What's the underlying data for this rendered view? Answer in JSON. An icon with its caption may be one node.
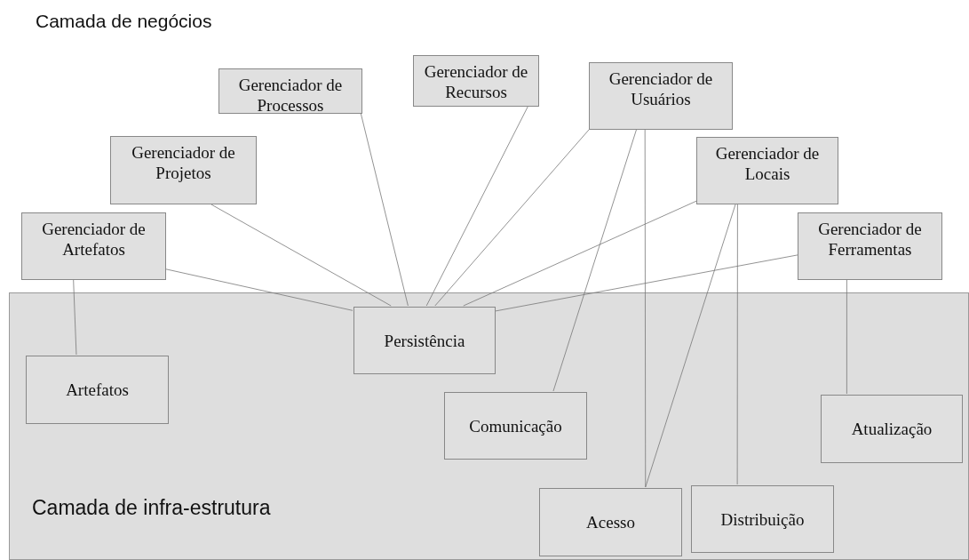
{
  "diagram": {
    "nodes": [
      {
        "text": [
          "Gerenciador de Recursos"
        ]
      },
      {
        "text": [
          "Gerenciador de Usuários"
        ]
      },
      {
        "text": [
          "Gerenciador de Processos"
        ]
      },
      {
        "text": [
          "Gerenciador de Projetos"
        ]
      },
      {
        "text": [
          "Gerenciador de Locais"
        ]
      },
      {
        "text": [
          "Gerenciador de Artefatos"
        ]
      },
      {
        "text": [
          "Gerenciador de Ferramentas"
        ]
      },
      {
        "text": [
          "Camada de infra-estrutura"
        ]
      },
      {
        "text": [
          "Persistência"
        ],
        "in": 7
      },
      {
        "text": [
          "Artefatos"
        ],
        "in": 7
      },
      {
        "text": [
          "Comunicação"
        ],
        "in": 7
      },
      {
        "text": [
          "Atualização"
        ],
        "in": 7
      },
      {
        "text": [
          "Distribuição"
        ],
        "in": 7
      },
      {
        "text": [
          "Acesso"
        ],
        "in": 7
      }
    ],
    "edges": [
      {
        "from": 5,
        "to": 8,
        "arrow": "none"
      },
      {
        "from": 3,
        "to": 8,
        "arrow": "none"
      },
      {
        "from": 2,
        "to": 8,
        "arrow": "none"
      },
      {
        "from": 0,
        "to": 8,
        "arrow": "none"
      },
      {
        "from": 1,
        "to": 8,
        "arrow": "none"
      },
      {
        "from": 4,
        "to": 8,
        "arrow": "none"
      },
      {
        "from": 6,
        "to": 8,
        "arrow": "none"
      },
      {
        "from": 5,
        "to": 9,
        "arrow": "none"
      },
      {
        "from": 1,
        "to": 10,
        "arrow": "none"
      },
      {
        "from": 1,
        "to": 13,
        "arrow": "none"
      },
      {
        "from": 4,
        "to": 13,
        "arrow": "none"
      },
      {
        "from": 4,
        "to": 12,
        "arrow": "none"
      },
      {
        "from": 6,
        "to": 11,
        "arrow": "none"
      }
    ],
    "labels": [
      "Camada de negócios"
    ]
  }
}
